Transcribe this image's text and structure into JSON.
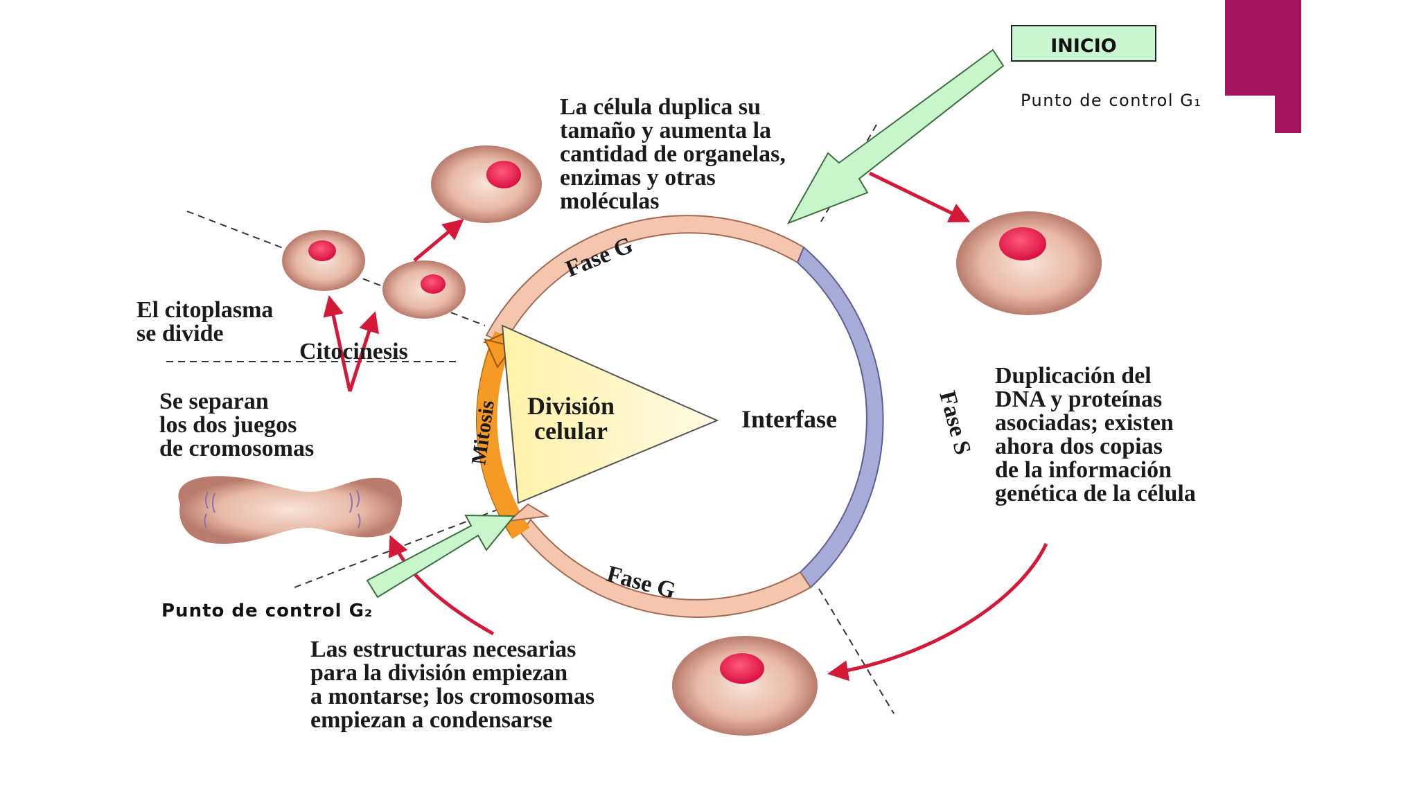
{
  "colors": {
    "accent_bar": "#a4155d",
    "phase_g": "#f5c6ae",
    "phase_s": "#a7abd8",
    "mitosis": "#f49a25",
    "arrow_red": "#d41837",
    "checkpoint_arrow": "#c8f5cc",
    "cell": "#e8b6a4",
    "nucleus": "#e8124a",
    "inicio_box": "#c9f6d0"
  },
  "inicio_label": "INICIO",
  "checkpoint_g1": "Punto de control G₁",
  "checkpoint_g2": "Punto de control G₂",
  "cycle": {
    "phase_g1": "Fase G",
    "phase_g2": "Fase G",
    "phase_s": "Fase S",
    "mitosis": "Mitosis",
    "division_line1": "División",
    "division_line2": "celular",
    "interphase": "Interfase"
  },
  "annotations": {
    "growth": [
      "La célula duplica su",
      "tamaño y aumenta la",
      "cantidad de organelas,",
      "enzimas y otras",
      "moléculas"
    ],
    "cytoplasm": [
      "El citoplasma",
      "se divide"
    ],
    "cytokinesis": "Citocinesis",
    "chromosomes": [
      "Se separan",
      "los dos juegos",
      "de cromosomas"
    ],
    "dna": [
      "Duplicación del",
      "DNA y proteínas",
      "asociadas; existen",
      "ahora dos copias",
      "de la información",
      "genética de la célula"
    ],
    "structures": [
      "Las estructuras necesarias",
      "para la división empiezan",
      "a montarse; los cromosomas",
      "empiezan a condensarse"
    ]
  }
}
